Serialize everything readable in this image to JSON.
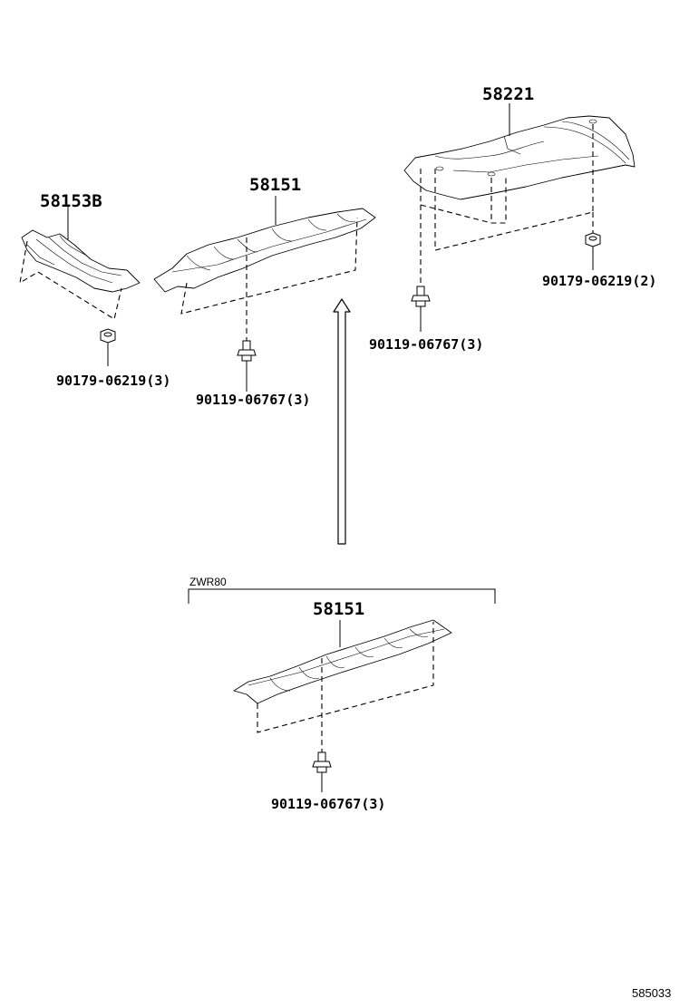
{
  "parts": {
    "p58153b": "58153B",
    "p58151_top": "58151",
    "p58221": "58221",
    "p58151_bottom": "58151"
  },
  "fasteners": {
    "nut_left": "90179-06219(3)",
    "bolt_mid": "90119-06767(3)",
    "bolt_right": "90119-06767(3)",
    "nut_right": "90179-06219(2)",
    "bolt_bottom": "90119-06767(3)"
  },
  "variant_label": "ZWR80",
  "figure_number": "585033"
}
